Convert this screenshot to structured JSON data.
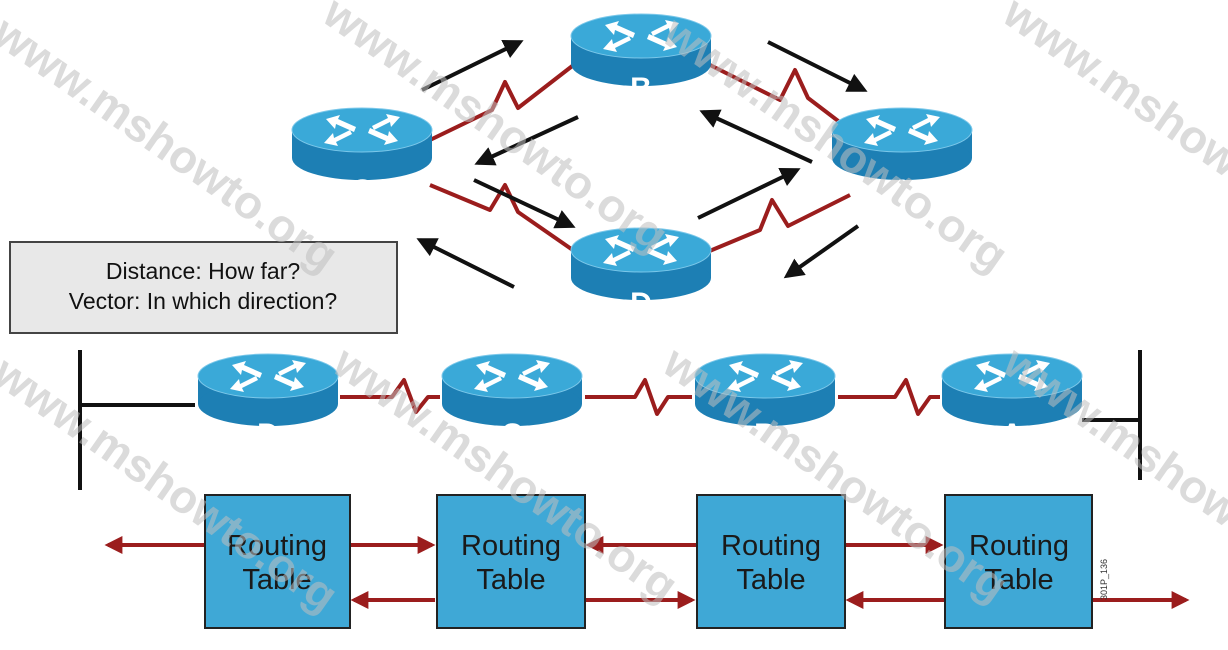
{
  "colors": {
    "router_top": "#3aa9d8",
    "router_side": "#1d7fb4",
    "serial_link": "#9b1d1d",
    "table_fill": "#3fa8d6",
    "callout_fill": "#e8e8e8"
  },
  "callout": {
    "line1": "Distance: How far?",
    "line2": "Vector: In which direction?"
  },
  "top_topology": {
    "routers": {
      "a": "A",
      "b": "B",
      "c": "C",
      "d": "D"
    }
  },
  "bottom_chain": {
    "routers": [
      "D",
      "C",
      "B",
      "A"
    ],
    "tables": [
      {
        "line1": "Routing",
        "line2": "Table"
      },
      {
        "line1": "Routing",
        "line2": "Table"
      },
      {
        "line1": "Routing",
        "line2": "Table"
      },
      {
        "line1": "Routing",
        "line2": "Table"
      }
    ]
  },
  "figure_code": "301P_136",
  "watermark": "www.mshowto.org"
}
